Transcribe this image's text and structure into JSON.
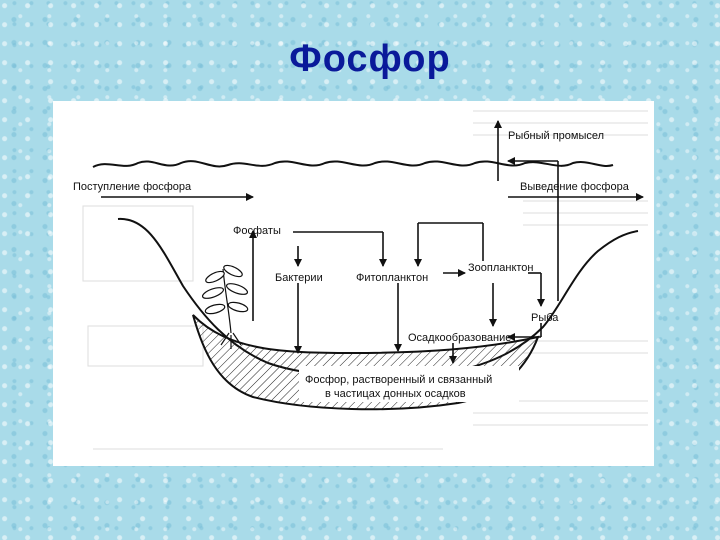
{
  "title": "Фосфор",
  "diagram": {
    "labels": {
      "fishing": "Рыбный промысел",
      "input": "Поступление фосфора",
      "output": "Выведение фосфора",
      "phosphates": "Фосфаты",
      "bacteria": "Бактерии",
      "phytoplankton": "Фитопланктон",
      "zooplankton": "Зоопланктон",
      "fish": "Рыба",
      "sedimentation": "Осадкообразование",
      "sediment_line1": "Фосфор, растворенный и связанный",
      "sediment_line2": "в частицах донных осадков"
    }
  }
}
